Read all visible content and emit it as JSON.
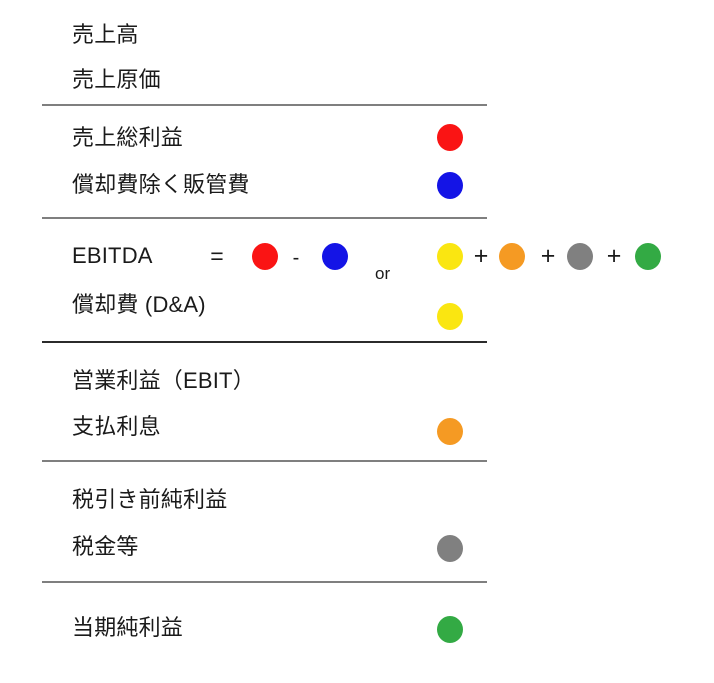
{
  "diagram": {
    "title_text": "EBITDA",
    "colors": {
      "red": "#fa1414",
      "blue": "#1414e6",
      "yellow": "#fae611",
      "orange": "#f59a23",
      "gray": "#808080",
      "green": "#33aa44",
      "rule": "#7f7f7f",
      "rule_dark": "#2b2b2b",
      "text": "#1a1a1a"
    },
    "rows": [
      {
        "id": "net-sales",
        "label": "売上高",
        "dot": null
      },
      {
        "id": "cost-of-goods-sold",
        "label": "売上原価",
        "dot": null
      },
      {
        "id": "gross-profit",
        "label": "売上総利益",
        "dot": "red"
      },
      {
        "id": "sga-excl-da",
        "label": "償却費除く販管費",
        "dot": "blue"
      },
      {
        "id": "ebitda",
        "label": "EBITDA",
        "dot": null
      },
      {
        "id": "depreciation-amort",
        "label": "償却費 (D&A)",
        "dot": "yellow"
      },
      {
        "id": "operating-income",
        "label": "営業利益（EBIT）",
        "dot": null
      },
      {
        "id": "interest-expense",
        "label": "支払利息",
        "dot": "orange"
      },
      {
        "id": "pretax-income",
        "label": "税引き前純利益",
        "dot": null
      },
      {
        "id": "taxes",
        "label": "税金等",
        "dot": "gray"
      },
      {
        "id": "net-income",
        "label": "当期純利益",
        "dot": "green"
      }
    ],
    "formula": {
      "equals": "=",
      "minus": "-",
      "or": "or",
      "plus_1": "+",
      "plus_2": "+",
      "plus_3": "+",
      "left_terms": [
        "red",
        "blue"
      ],
      "right_terms": [
        "yellow",
        "orange",
        "gray",
        "green"
      ]
    }
  }
}
